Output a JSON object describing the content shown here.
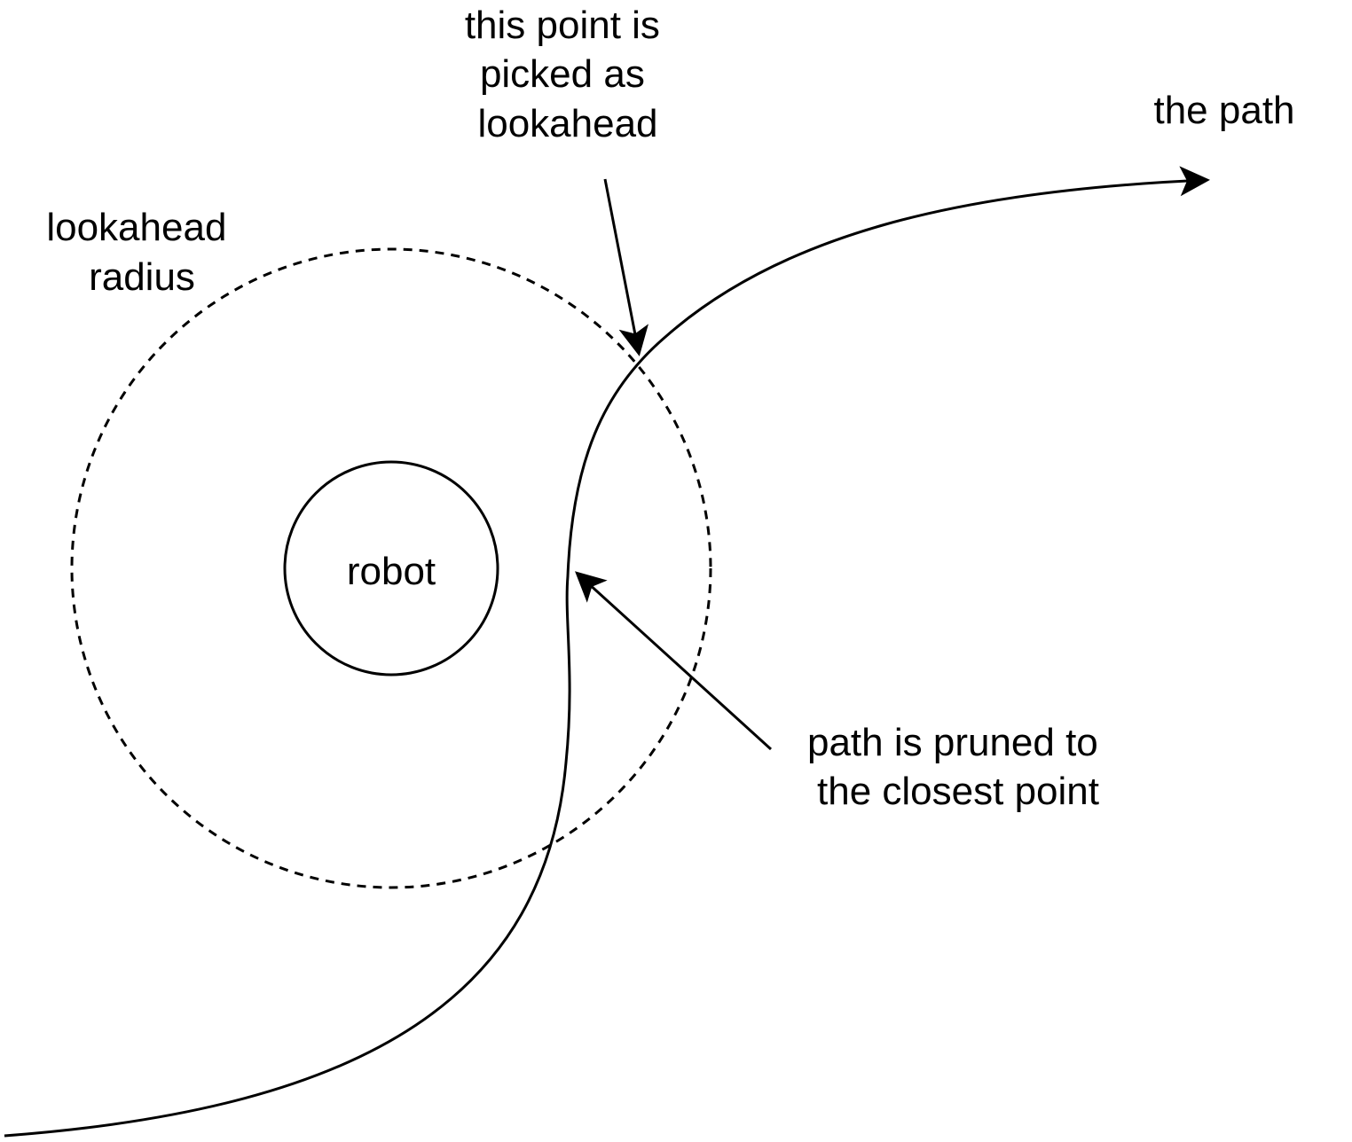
{
  "labels": {
    "lookahead_point": [
      "this point is",
      "picked as",
      "lookahead"
    ],
    "path": "the path",
    "lookahead_radius": [
      "lookahead",
      "radius"
    ],
    "robot": "robot",
    "pruned": [
      "path is pruned to",
      "the closest point"
    ]
  },
  "style": {
    "line_color": "#000000",
    "background": "#ffffff"
  }
}
